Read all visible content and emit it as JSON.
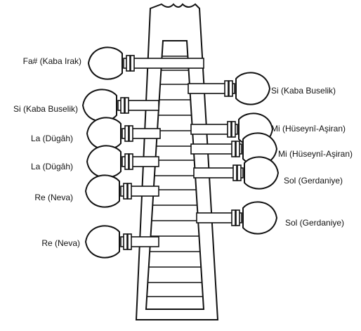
{
  "diagram": {
    "left_pegs": [
      {
        "note": "Fa# (Kaba Irak)"
      },
      {
        "note": "Si (Kaba Buselik)"
      },
      {
        "note": "La (Dügâh)"
      },
      {
        "note": "La (Dügâh)"
      },
      {
        "note": "Re (Neva)"
      },
      {
        "note": "Re (Neva)"
      }
    ],
    "right_pegs": [
      {
        "note": "Si (Kaba Buselik)"
      },
      {
        "note": "Mi (Hüseynî-Aşiran)"
      },
      {
        "note": "Mi (Hüseynî-Aşiran)"
      },
      {
        "note": "Sol (Gerdaniye)"
      },
      {
        "note": "Sol (Gerdaniye)"
      }
    ],
    "colors": {
      "stroke": "#111111",
      "fill": "#ffffff"
    }
  }
}
